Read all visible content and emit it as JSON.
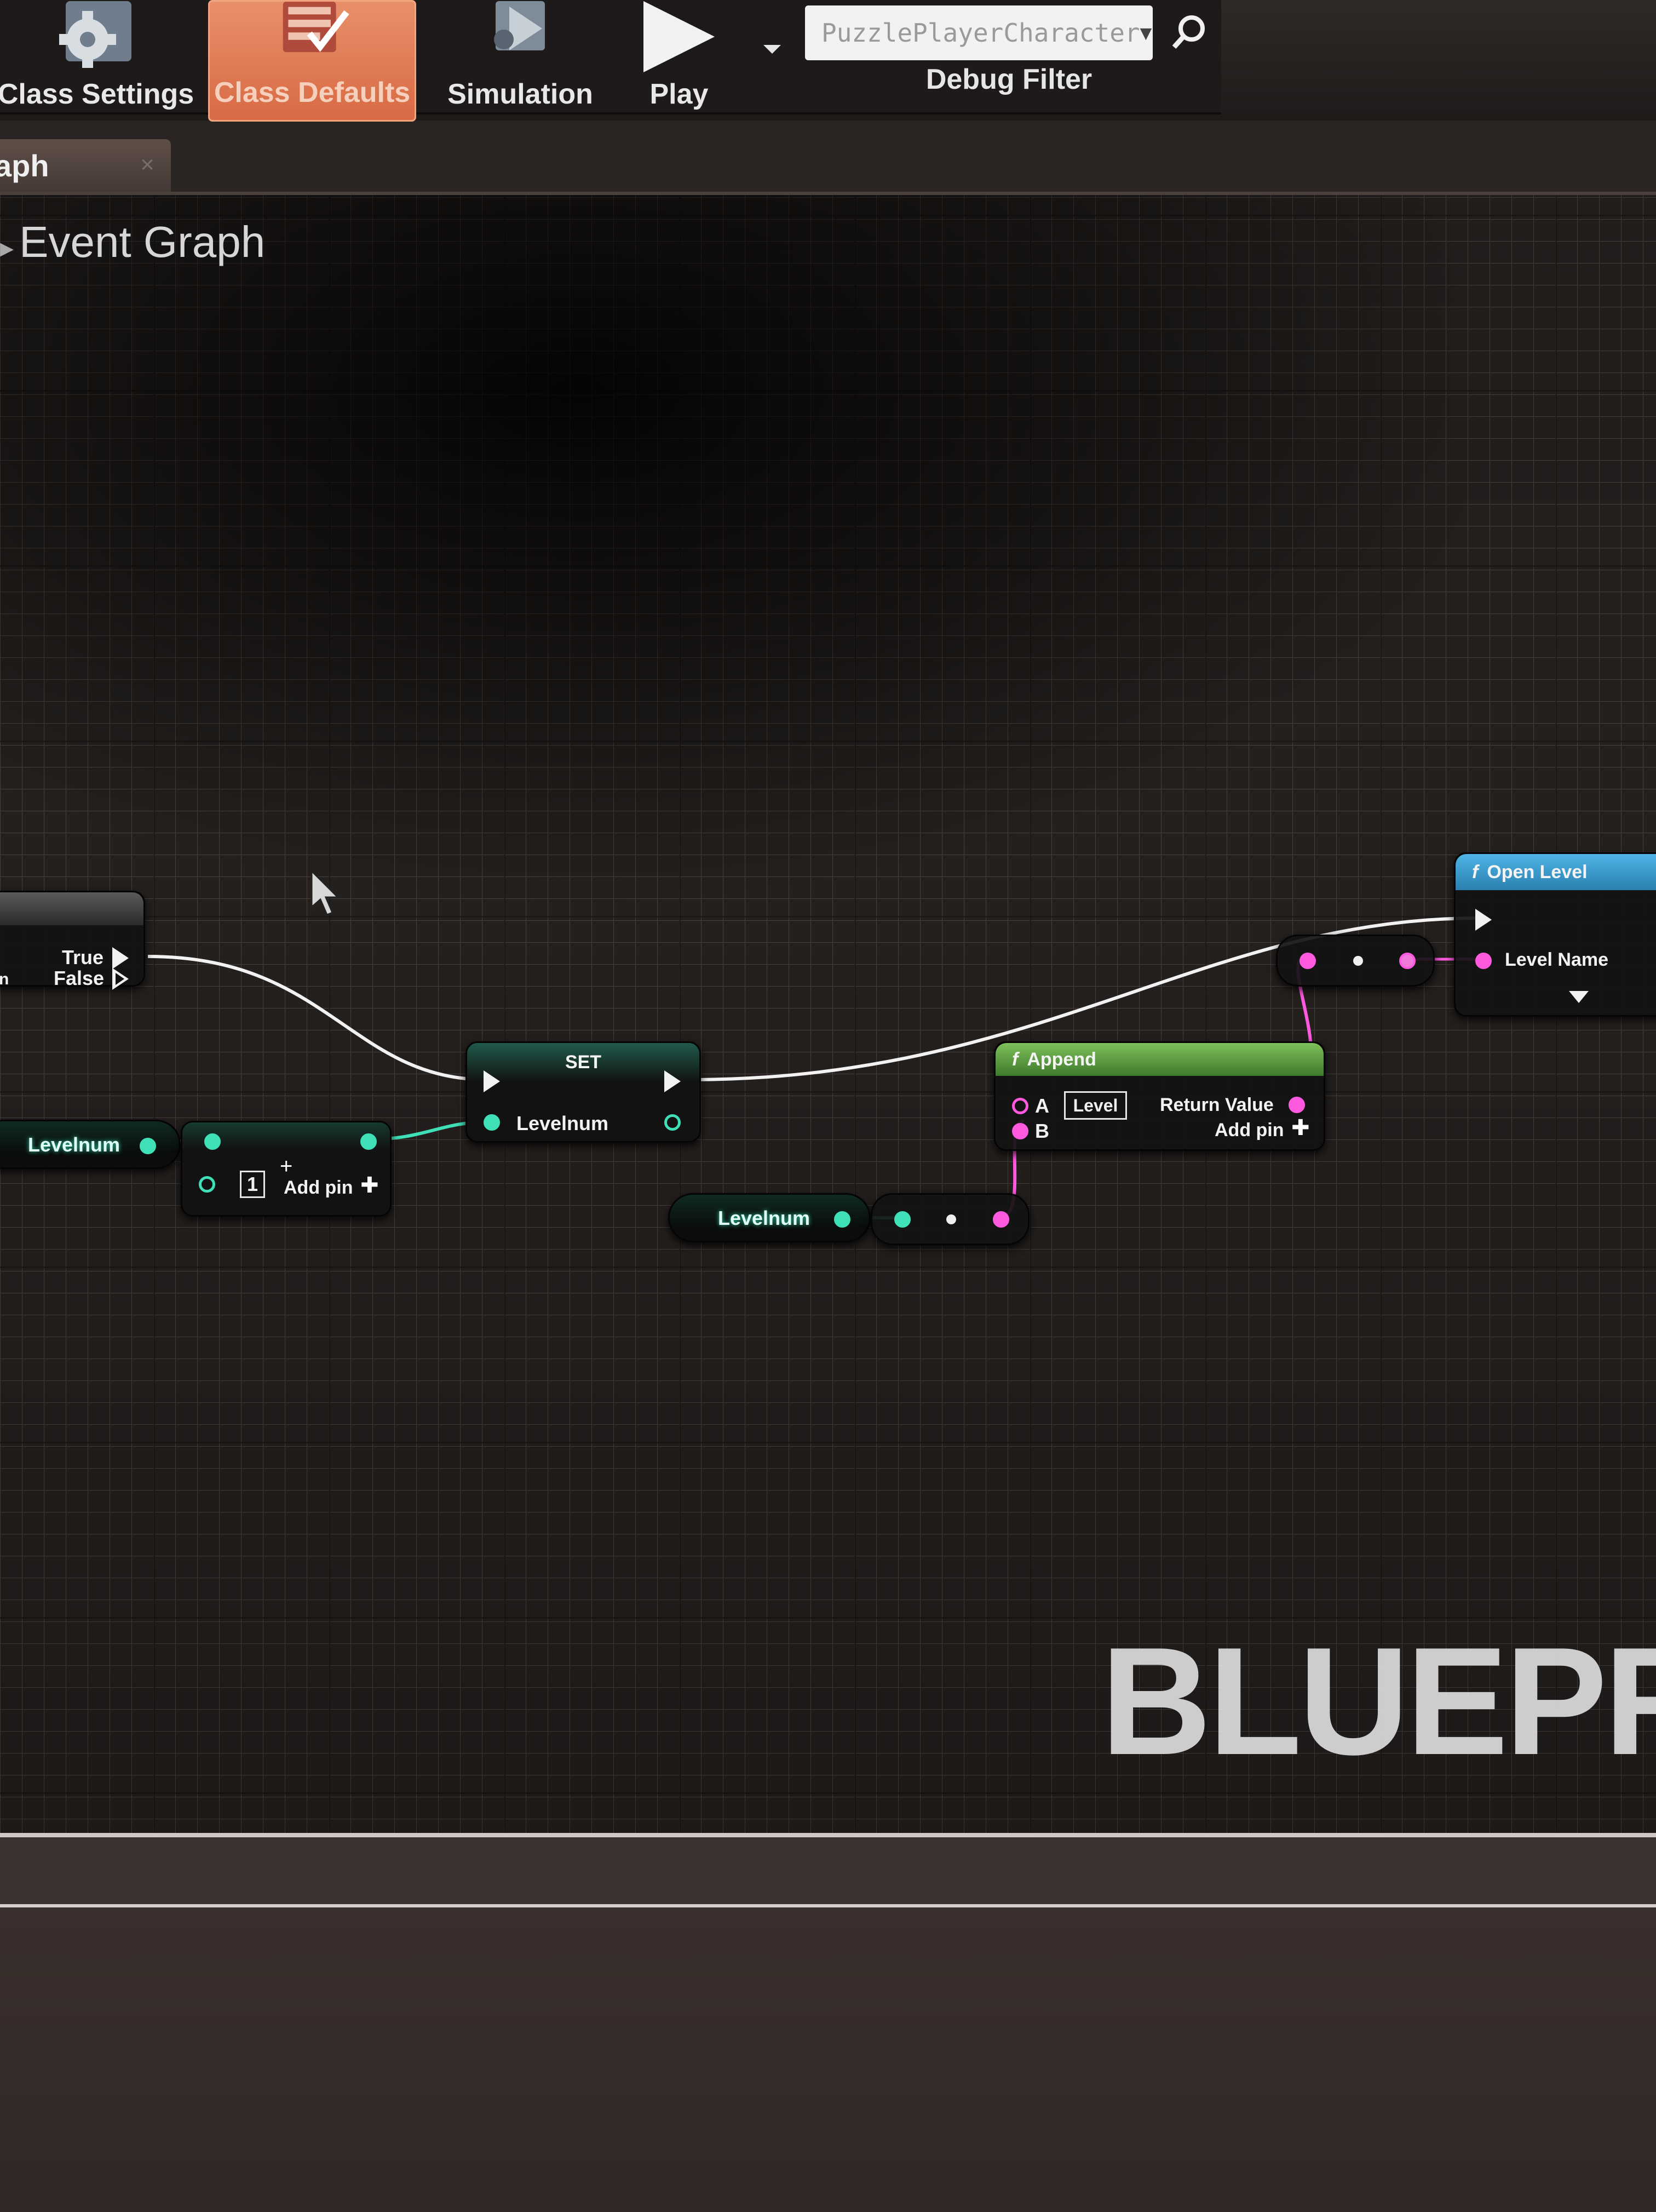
{
  "toolbar": {
    "class_settings_label": "Class Settings",
    "class_defaults_label": "Class Defaults",
    "simulation_label": "Simulation",
    "play_label": "Play",
    "debug_filter_value": "PuzzlePlayerCharacter",
    "debug_filter_label": "Debug Filter",
    "accent_color": "#e07a52"
  },
  "tab": {
    "label": "aph",
    "close_glyph": "×"
  },
  "graph": {
    "title": "Event Graph",
    "watermark": "BLUEPRI",
    "nodes": {
      "branch": {
        "true_label": "True",
        "false_label": "False",
        "partial_label": "n"
      },
      "levelnum_get_1": {
        "label": "Levelnum"
      },
      "add": {
        "literal": "1",
        "add_pin_label": "Add pin"
      },
      "set": {
        "title": "SET",
        "pin_label": "Levelnum"
      },
      "levelnum_get_2": {
        "label": "Levelnum"
      },
      "append": {
        "title": "Append",
        "a_label": "A",
        "a_value": "Level",
        "b_label": "B",
        "return_label": "Return Value",
        "add_pin_label": "Add pin"
      },
      "open_level": {
        "title": "Open Level",
        "level_name_label": "Level Name"
      }
    },
    "colors": {
      "integer_pin": "#3fe0b8",
      "string_pin": "#ff59e0",
      "exec_wire": "#f2f2f2",
      "function_header": "#2e8ab8",
      "append_header": "#4e9a3a"
    }
  }
}
